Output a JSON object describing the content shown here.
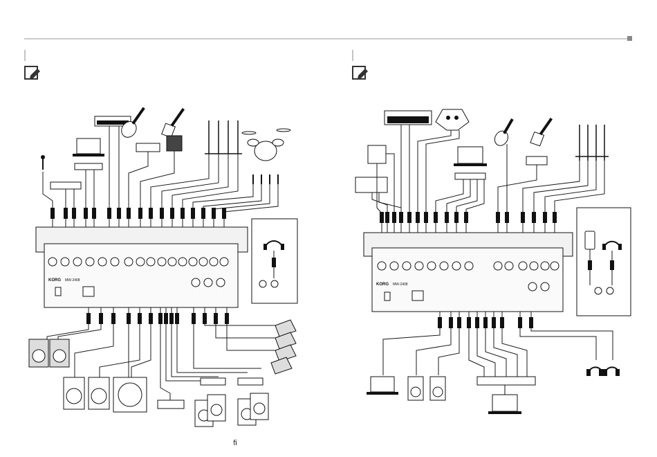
{
  "page": {
    "page_number": "fi",
    "mixer_logo": "KORG",
    "mixer_model": "MW-2408"
  },
  "diagrams": [
    {
      "name": "setup-left",
      "note_icon": "pencil-note-icon"
    },
    {
      "name": "setup-right",
      "note_icon": "pencil-note-icon"
    }
  ],
  "colors": {
    "line": "#1a1a1a",
    "panel": "#f2f2f2",
    "paper": "#ffffff"
  }
}
